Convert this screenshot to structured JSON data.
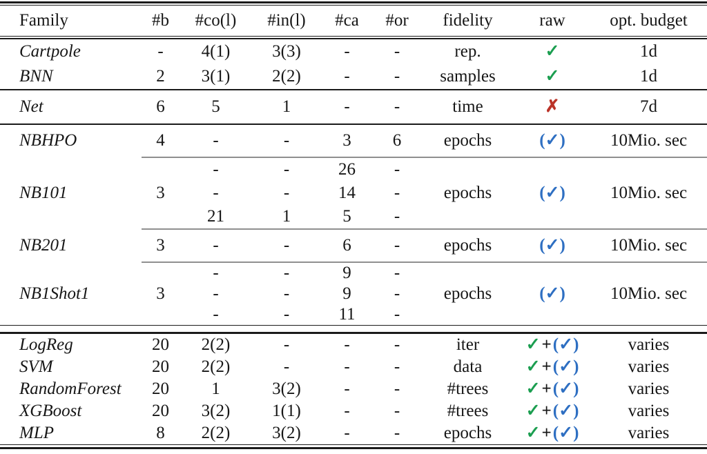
{
  "colors": {
    "green": "#1b9e50",
    "red": "#bb3328",
    "blue": "#2e6fc2",
    "black": "#161616",
    "rule_black": "#1a1a1a",
    "rule_gray": "#8f8f8f"
  },
  "table": {
    "columns": [
      {
        "key": "family",
        "label": "Family"
      },
      {
        "key": "b",
        "label": "#b"
      },
      {
        "key": "co",
        "label": "#co(l)"
      },
      {
        "key": "in",
        "label": "#in(l)"
      },
      {
        "key": "ca",
        "label": "#ca"
      },
      {
        "key": "or",
        "label": "#or"
      },
      {
        "key": "fidelity",
        "label": "fidelity"
      },
      {
        "key": "raw",
        "label": "raw"
      },
      {
        "key": "budget",
        "label": "opt. budget"
      }
    ],
    "raw_tokens": {
      "check": [
        {
          "t": "✓",
          "c": "green"
        }
      ],
      "cross": [
        {
          "t": "✗",
          "c": "red"
        }
      ],
      "paren-check": [
        {
          "t": "(✓)",
          "c": "blue"
        }
      ],
      "check-plus-paren-check": [
        {
          "t": "✓",
          "c": "green"
        },
        {
          "t": "+",
          "c": "black"
        },
        {
          "t": "(✓)",
          "c": "blue"
        }
      ]
    },
    "rows": [
      {
        "type": "rule",
        "style": "top"
      },
      {
        "type": "header"
      },
      {
        "type": "rule",
        "style": "header"
      },
      {
        "type": "row",
        "size": "a",
        "cells": {
          "family": "Cartpole",
          "b": "-",
          "co": "4(1)",
          "in": "3(3)",
          "ca": "-",
          "or": "-",
          "fidelity": "rep.",
          "raw": "check",
          "budget": "1d"
        }
      },
      {
        "type": "row",
        "size": "a",
        "cells": {
          "family": "BNN",
          "b": "2",
          "co": "3(1)",
          "in": "2(2)",
          "ca": "-",
          "or": "-",
          "fidelity": "samples",
          "raw": "check",
          "budget": "1d"
        }
      },
      {
        "type": "rule",
        "style": "single"
      },
      {
        "type": "row",
        "size": "b",
        "cells": {
          "family": "Net",
          "b": "6",
          "co": "5",
          "in": "1",
          "ca": "-",
          "or": "-",
          "fidelity": "time",
          "raw": "cross",
          "budget": "7d"
        }
      },
      {
        "type": "rule",
        "style": "single"
      },
      {
        "type": "row",
        "size": "c",
        "cells": {
          "family": "NBHPO",
          "b": "4",
          "co": "-",
          "in": "-",
          "ca": "3",
          "or": "6",
          "fidelity": "epochs",
          "raw": "paren-check",
          "budget": "10Mio. sec"
        }
      },
      {
        "type": "rule",
        "style": "partial"
      },
      {
        "type": "group",
        "size": "e",
        "family": "NB101",
        "b": "3",
        "fidelity": "epochs",
        "raw": "paren-check",
        "budget": "10Mio. sec",
        "sub": [
          {
            "co": "-",
            "in": "-",
            "ca": "26",
            "or": "-"
          },
          {
            "co": "-",
            "in": "-",
            "ca": "14",
            "or": "-"
          },
          {
            "co": "21",
            "in": "1",
            "ca": "5",
            "or": "-"
          }
        ]
      },
      {
        "type": "rule",
        "style": "partial"
      },
      {
        "type": "row",
        "size": "c",
        "cells": {
          "family": "NB201",
          "b": "3",
          "co": "-",
          "in": "-",
          "ca": "6",
          "or": "-",
          "fidelity": "epochs",
          "raw": "paren-check",
          "budget": "10Mio. sec"
        }
      },
      {
        "type": "rule",
        "style": "partial"
      },
      {
        "type": "group",
        "size": "f",
        "family": "NB1Shot1",
        "b": "3",
        "fidelity": "epochs",
        "raw": "paren-check",
        "budget": "10Mio. sec",
        "sub": [
          {
            "co": "-",
            "in": "-",
            "ca": "9",
            "or": "-"
          },
          {
            "co": "-",
            "in": "-",
            "ca": "9",
            "or": "-"
          },
          {
            "co": "-",
            "in": "-",
            "ca": "11",
            "or": "-"
          }
        ]
      },
      {
        "type": "rule",
        "style": "section"
      },
      {
        "type": "row",
        "size": "d",
        "cells": {
          "family": "LogReg",
          "b": "20",
          "co": "2(2)",
          "in": "-",
          "ca": "-",
          "or": "-",
          "fidelity": "iter",
          "raw": "check-plus-paren-check",
          "budget": "varies"
        }
      },
      {
        "type": "row",
        "size": "d",
        "cells": {
          "family": "SVM",
          "b": "20",
          "co": "2(2)",
          "in": "-",
          "ca": "-",
          "or": "-",
          "fidelity": "data",
          "raw": "check-plus-paren-check",
          "budget": "varies"
        }
      },
      {
        "type": "row",
        "size": "d",
        "cells": {
          "family": "RandomForest",
          "b": "20",
          "co": "1",
          "in": "3(2)",
          "ca": "-",
          "or": "-",
          "fidelity": "#trees",
          "raw": "check-plus-paren-check",
          "budget": "varies"
        }
      },
      {
        "type": "row",
        "size": "d",
        "cells": {
          "family": "XGBoost",
          "b": "20",
          "co": "3(2)",
          "in": "1(1)",
          "ca": "-",
          "or": "-",
          "fidelity": "#trees",
          "raw": "check-plus-paren-check",
          "budget": "varies"
        }
      },
      {
        "type": "row",
        "size": "d",
        "cells": {
          "family": "MLP",
          "b": "8",
          "co": "2(2)",
          "in": "3(2)",
          "ca": "-",
          "or": "-",
          "fidelity": "epochs",
          "raw": "check-plus-paren-check",
          "budget": "varies"
        }
      },
      {
        "type": "rule",
        "style": "bottom"
      }
    ]
  }
}
